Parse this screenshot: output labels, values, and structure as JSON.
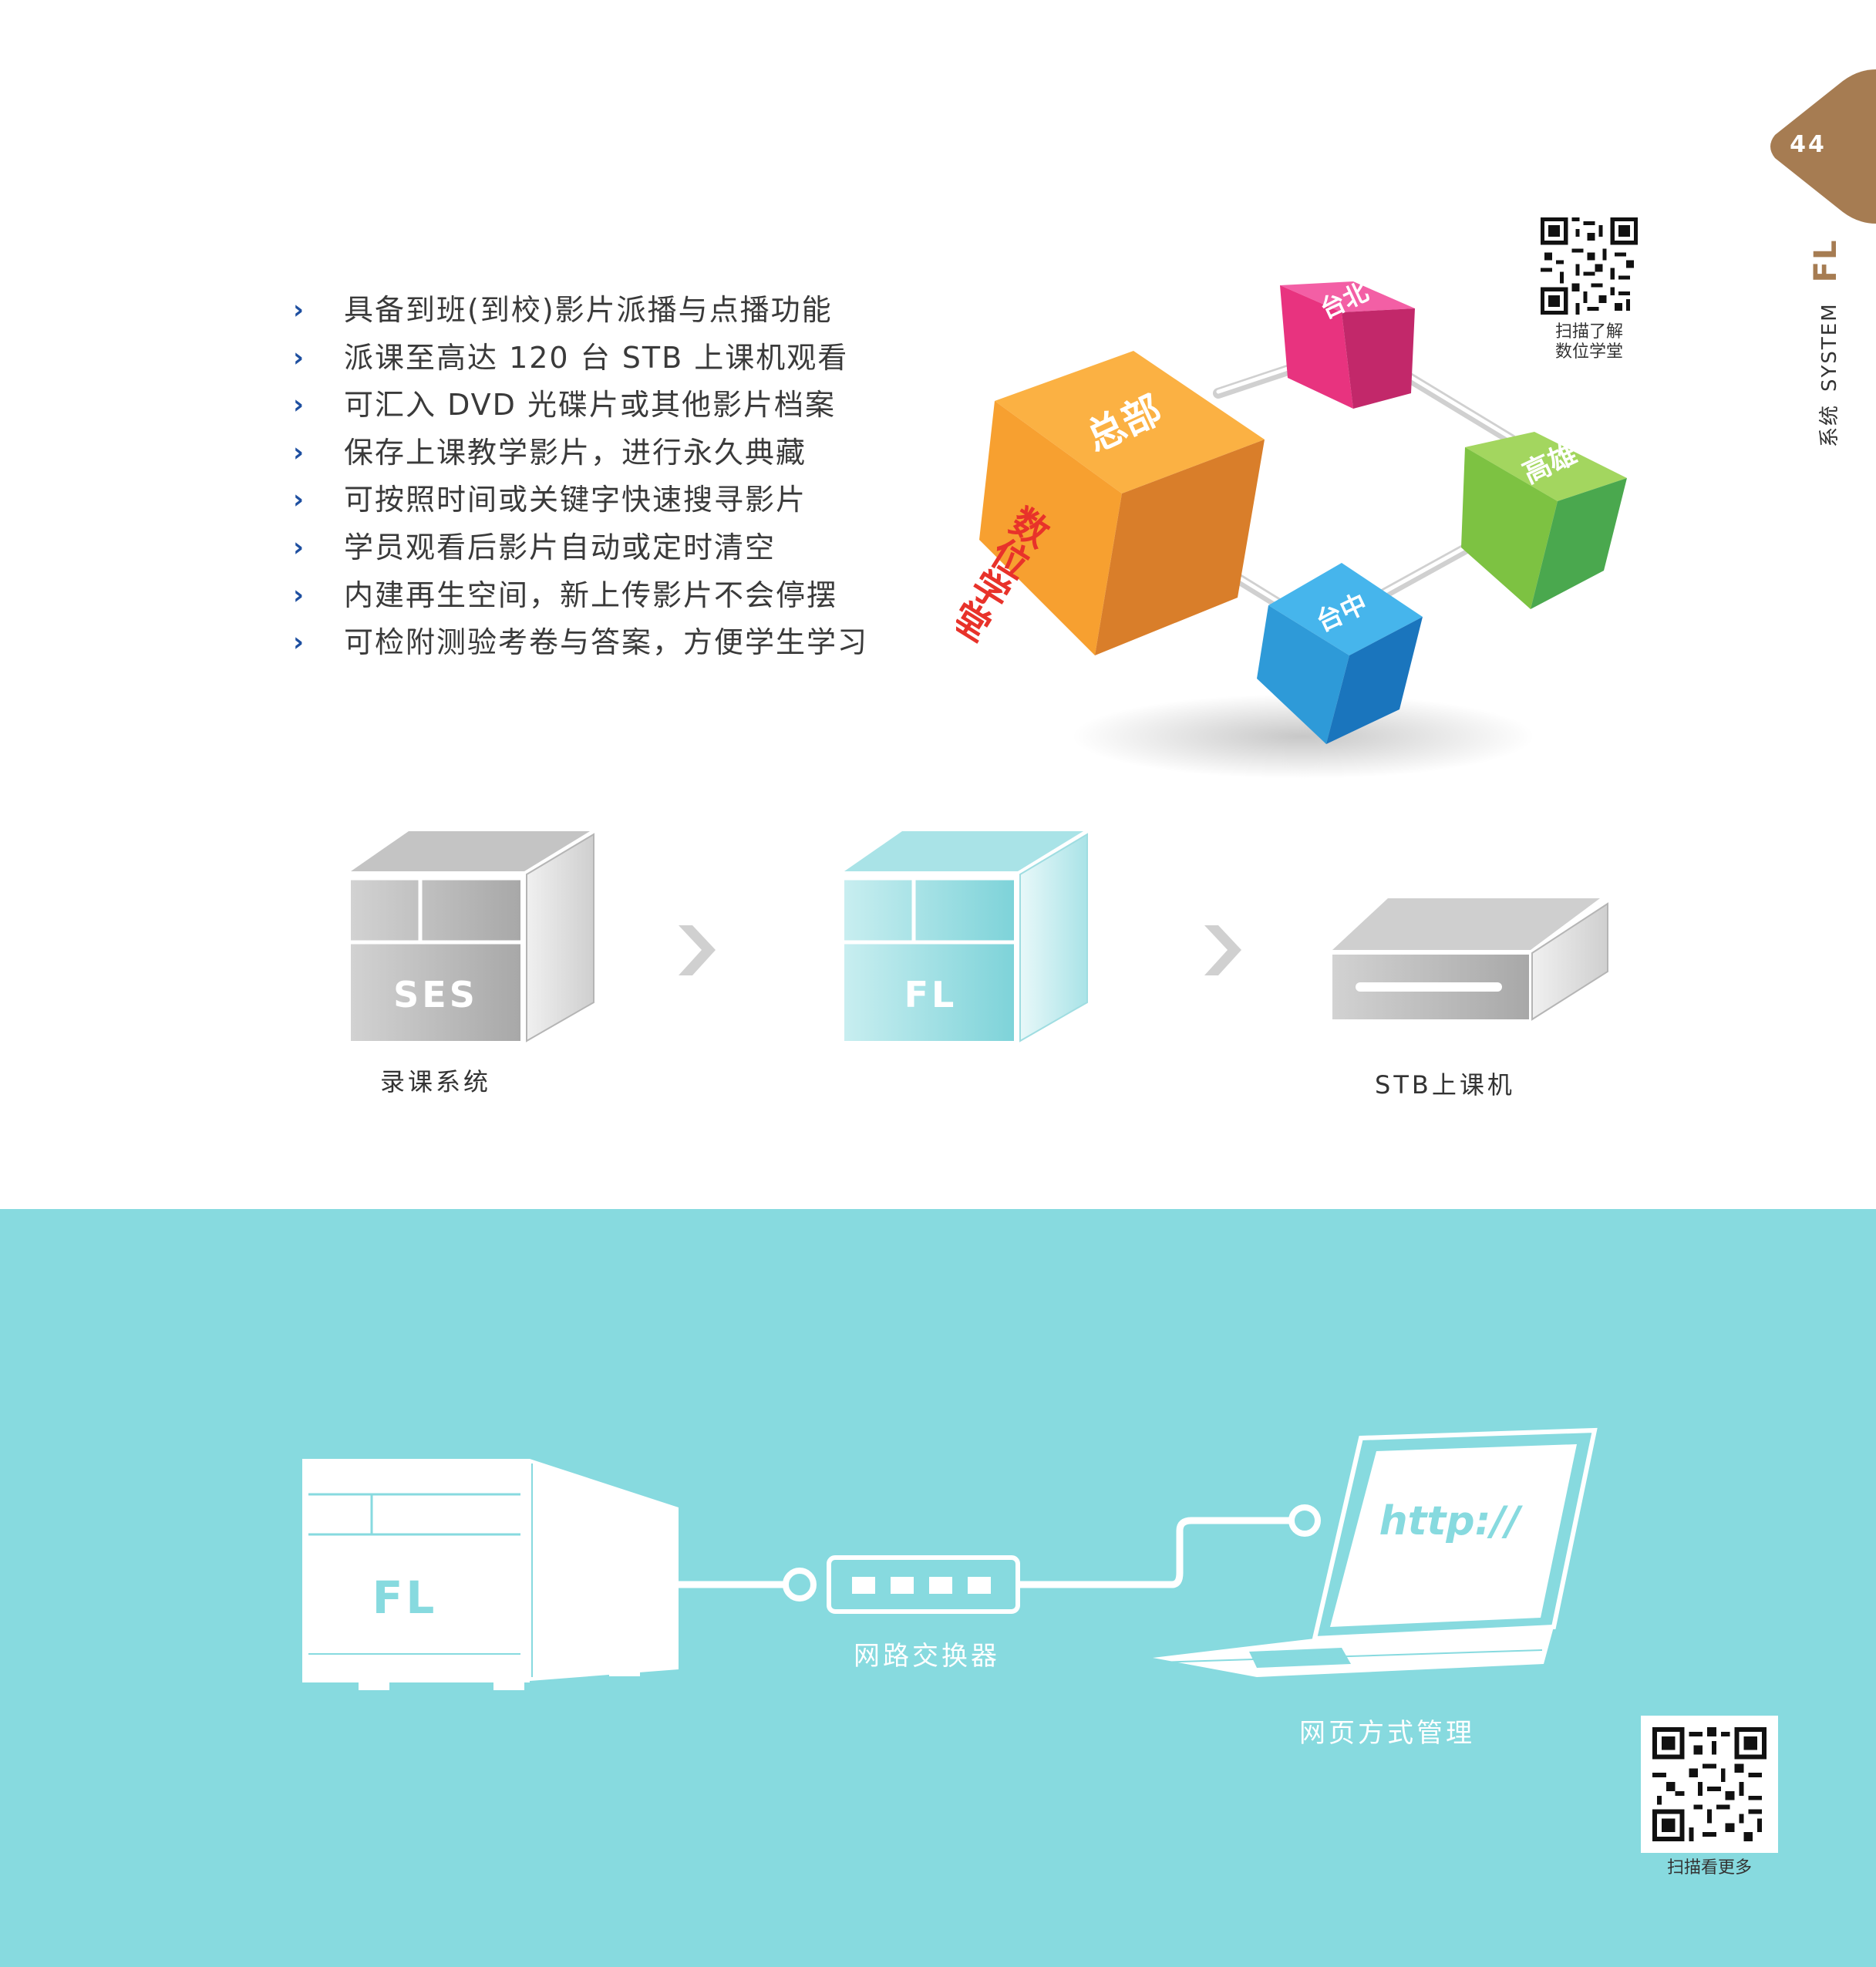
{
  "page": {
    "number": "44"
  },
  "side_label": {
    "section": "系统",
    "system": "SYSTEM",
    "product": "FL"
  },
  "features": [
    "具备到班(到校)影片派播与点播功能",
    "派课至高达 120 台 STB 上课机观看",
    "可汇入 DVD 光碟片或其他影片档案",
    "保存上课教学影片，进行永久典藏",
    "可按照时间或关键字快速搜寻影片",
    "学员观看后影片自动或定时清空",
    "内建再生空间，新上传影片不会停摆",
    "可检附测验考卷与答案，方便学生学习"
  ],
  "qr_top": {
    "caption_line1": "扫描了解",
    "caption_line2": "数位学堂"
  },
  "qr_bottom": {
    "caption": "扫描看更多"
  },
  "network": {
    "hq": {
      "top": "总部",
      "side": "数位学堂"
    },
    "taipei": "台北",
    "kaohsiung": "高雄",
    "taichung": "台中",
    "colors": {
      "hq": "#f7a030",
      "taipei": "#e8337f",
      "kaohsiung": "#7dc242",
      "taichung": "#2e9ad8"
    }
  },
  "flow": {
    "ses_box_label": "SES",
    "ses_caption": "录课系统",
    "fl_box_label": "FL",
    "stb_caption": "STB上课机"
  },
  "setup": {
    "fl_label": "FL",
    "switch_caption": "网路交换器",
    "browser_text": "http://",
    "web_caption": "网页方式管理"
  },
  "colors": {
    "accent_brown": "#a67c52",
    "teal": "#87dadf",
    "chevron_blue": "#1e4fa0"
  }
}
